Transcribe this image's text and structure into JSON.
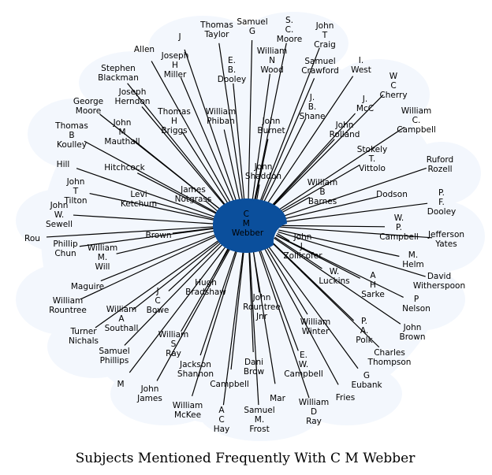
{
  "caption": "Subjects Mentioned Frequently With C M Webber",
  "colors": {
    "hub": "#0b4f9c",
    "halo": "#f3f7fd",
    "edge": "#000000",
    "text": "#000000"
  },
  "hub": {
    "label": "C M Webber",
    "lines": [
      "C",
      "M",
      "Webber"
    ]
  },
  "nodes": [
    {
      "id": "thomas-taylor",
      "lines": [
        "Thomas",
        "Taylor"
      ]
    },
    {
      "id": "samuel-g",
      "lines": [
        "Samuel",
        "G"
      ]
    },
    {
      "id": "s-c-moore",
      "lines": [
        "S.",
        "C.",
        "Moore"
      ]
    },
    {
      "id": "john-t-craig",
      "lines": [
        "John",
        "T",
        "Craig"
      ]
    },
    {
      "id": "allen",
      "lines": [
        "Allen"
      ]
    },
    {
      "id": "j",
      "lines": [
        "J"
      ]
    },
    {
      "id": "joseph-h-miller",
      "lines": [
        "Joseph",
        "H",
        "Miller"
      ]
    },
    {
      "id": "e-b-dooley",
      "lines": [
        "E.",
        "B.",
        "Dooley"
      ]
    },
    {
      "id": "william-n-wood",
      "lines": [
        "William",
        "N",
        "Wood"
      ]
    },
    {
      "id": "samuel-crawford",
      "lines": [
        "Samuel",
        "Crawford"
      ]
    },
    {
      "id": "i-west",
      "lines": [
        "I.",
        "West"
      ]
    },
    {
      "id": "stephen-blackman",
      "lines": [
        "Stephen",
        "Blackman"
      ]
    },
    {
      "id": "w-c-cherry",
      "lines": [
        "W",
        "C",
        "Cherry"
      ]
    },
    {
      "id": "joseph-herndon",
      "lines": [
        "Joseph",
        "Herndon"
      ]
    },
    {
      "id": "george-moore",
      "lines": [
        "George",
        "Moore"
      ]
    },
    {
      "id": "thomas-h-briggs",
      "lines": [
        "Thomas",
        "H",
        "Briggs"
      ]
    },
    {
      "id": "william-phiban",
      "lines": [
        "William",
        "Phiban"
      ]
    },
    {
      "id": "j-b-shane",
      "lines": [
        "J.",
        "B.",
        "Shane"
      ]
    },
    {
      "id": "j-mcc",
      "lines": [
        "J.",
        "McC"
      ]
    },
    {
      "id": "william-c-campbell",
      "lines": [
        "William",
        "C.",
        "Campbell"
      ]
    },
    {
      "id": "thomas-b-koulley",
      "lines": [
        "Thomas",
        "B",
        "Koulley"
      ]
    },
    {
      "id": "john-m-mauthall",
      "lines": [
        "John",
        "M",
        "Mauthall"
      ]
    },
    {
      "id": "john-burnet",
      "lines": [
        "John",
        "Burnet"
      ]
    },
    {
      "id": "john-rolland",
      "lines": [
        "John",
        "Rolland"
      ]
    },
    {
      "id": "stokely-t-vittolo",
      "lines": [
        "Stokely",
        "T.",
        "Vittolo"
      ]
    },
    {
      "id": "ruford-rozell",
      "lines": [
        "Ruford",
        "Rozell"
      ]
    },
    {
      "id": "hill",
      "lines": [
        "Hill"
      ]
    },
    {
      "id": "hitchcock",
      "lines": [
        "Hitchcock"
      ]
    },
    {
      "id": "john-shaddon",
      "lines": [
        "John",
        "Shaddon"
      ]
    },
    {
      "id": "john-t-tilton",
      "lines": [
        "John",
        "T",
        "Tilton"
      ]
    },
    {
      "id": "william-b-barnes",
      "lines": [
        "William",
        "B",
        "Barnes"
      ]
    },
    {
      "id": "dodson",
      "lines": [
        "Dodson"
      ]
    },
    {
      "id": "p-f-dooley",
      "lines": [
        "P.",
        "F.",
        "Dooley"
      ]
    },
    {
      "id": "levi-ketchum",
      "lines": [
        "Levi",
        "Ketchum"
      ]
    },
    {
      "id": "james-notgrass",
      "lines": [
        "James",
        "Notgrass"
      ]
    },
    {
      "id": "john-w-sewell",
      "lines": [
        "John",
        "W.",
        "Sewell"
      ]
    },
    {
      "id": "w-p-campbell",
      "lines": [
        "W.",
        "P.",
        "Campbell"
      ]
    },
    {
      "id": "jefferson-yates",
      "lines": [
        "Jefferson",
        "Yates"
      ]
    },
    {
      "id": "rou",
      "lines": [
        "Rou"
      ]
    },
    {
      "id": "brown",
      "lines": [
        "Brown"
      ]
    },
    {
      "id": "john-j-zollicofer",
      "lines": [
        "John",
        "J.",
        "Zollicofer"
      ]
    },
    {
      "id": "phillip-chun",
      "lines": [
        "Phillip",
        "Chun"
      ]
    },
    {
      "id": "william-m-will",
      "lines": [
        "William",
        "M.",
        "Will"
      ]
    },
    {
      "id": "m-helm",
      "lines": [
        "M.",
        "Helm"
      ]
    },
    {
      "id": "david-witherspoon",
      "lines": [
        "David",
        "Witherspoon"
      ]
    },
    {
      "id": "w-luckins",
      "lines": [
        "W.",
        "Luckins"
      ]
    },
    {
      "id": "a-h-sarke",
      "lines": [
        "A",
        "H",
        "Sarke"
      ]
    },
    {
      "id": "maguire",
      "lines": [
        "Maguire"
      ]
    },
    {
      "id": "j-c-bowe",
      "lines": [
        "J",
        "C",
        "Bowe"
      ]
    },
    {
      "id": "hugh-bradshaw",
      "lines": [
        "Hugh",
        "Bradshaw"
      ]
    },
    {
      "id": "john-rountree-jnr",
      "lines": [
        "John",
        "Rountree",
        "Jnr"
      ]
    },
    {
      "id": "p-nelson",
      "lines": [
        "P",
        "Nelson"
      ]
    },
    {
      "id": "william-rountree",
      "lines": [
        "William",
        "Rountree"
      ]
    },
    {
      "id": "william-a-southall",
      "lines": [
        "William",
        "A",
        "Southall"
      ]
    },
    {
      "id": "william-winter",
      "lines": [
        "William",
        "Winter"
      ]
    },
    {
      "id": "p-a-polk",
      "lines": [
        "P.",
        "A.",
        "Polk"
      ]
    },
    {
      "id": "john-brown",
      "lines": [
        "John",
        "Brown"
      ]
    },
    {
      "id": "turner-nichals",
      "lines": [
        "Turner",
        "Nichals"
      ]
    },
    {
      "id": "william-s-ray",
      "lines": [
        "William",
        "S",
        "Ray"
      ]
    },
    {
      "id": "charles-thompson",
      "lines": [
        "Charles",
        "Thompson"
      ]
    },
    {
      "id": "samuel-phillips",
      "lines": [
        "Samuel",
        "Phillips"
      ]
    },
    {
      "id": "e-w-campbell",
      "lines": [
        "E.",
        "W.",
        "Campbell"
      ]
    },
    {
      "id": "dani-brow",
      "lines": [
        "Dani",
        "Brow"
      ]
    },
    {
      "id": "jackson-shannon",
      "lines": [
        "Jackson",
        "Shannon"
      ]
    },
    {
      "id": "g-eubank",
      "lines": [
        "G",
        "Eubank"
      ]
    },
    {
      "id": "m",
      "lines": [
        "M"
      ]
    },
    {
      "id": "campbell",
      "lines": [
        "Campbell"
      ]
    },
    {
      "id": "john-james",
      "lines": [
        "John",
        "James"
      ]
    },
    {
      "id": "william-mckee",
      "lines": [
        "William",
        "McKee"
      ]
    },
    {
      "id": "a-c-hay",
      "lines": [
        "A",
        "C",
        "Hay"
      ]
    },
    {
      "id": "samuel-m-frost",
      "lines": [
        "Samuel",
        "M.",
        "Frost"
      ]
    },
    {
      "id": "william-d-ray",
      "lines": [
        "William",
        "D",
        "Ray"
      ]
    },
    {
      "id": "fries",
      "lines": [
        "Fries"
      ]
    },
    {
      "id": "mar",
      "lines": [
        "Mar"
      ]
    }
  ]
}
